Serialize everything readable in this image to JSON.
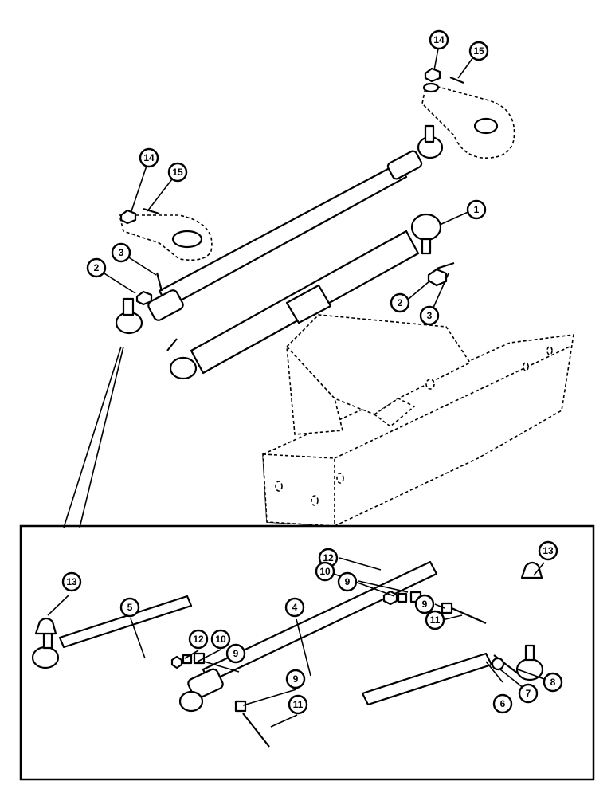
{
  "callouts": {
    "c14_top": "14",
    "c15_top": "15",
    "c14_left": "14",
    "c15_left": "15",
    "c3_left": "3",
    "c2_left": "2",
    "c1": "1",
    "c2_right": "2",
    "c3_right": "3",
    "c12_top": "12",
    "c10_top": "10",
    "c9_top": "9",
    "c13_right": "13",
    "c9_right": "9",
    "c11_right": "11",
    "c13_left": "13",
    "c5": "5",
    "c4": "4",
    "c12_mid": "12",
    "c10_mid": "10",
    "c9_mid": "9",
    "c9_low": "9",
    "c11_low": "11",
    "c8": "8",
    "c7": "7",
    "c6": "6"
  }
}
